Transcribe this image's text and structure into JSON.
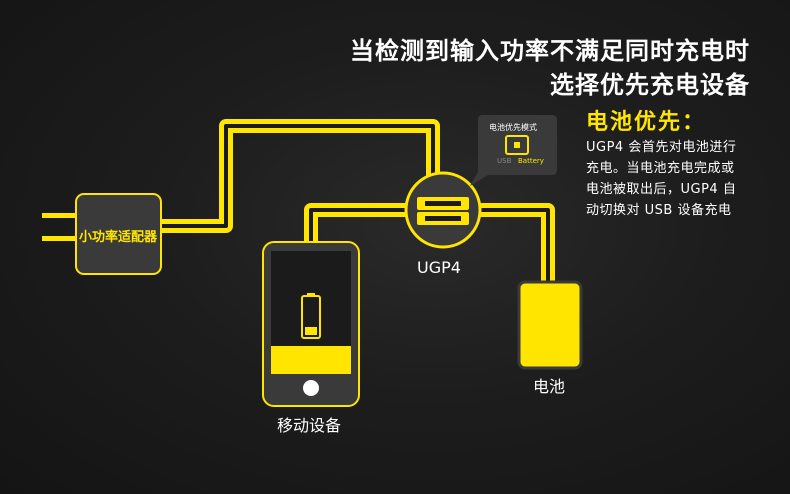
{
  "headline": {
    "line1": "当检测到输入功率不满足同时充电时",
    "line2": "选择优先充电设备"
  },
  "description": {
    "title": "电池优先：",
    "lines": [
      "UGP4 会首先对电池进行",
      "充电。当电池充电完成或",
      "电池被取出后，UGP4 自",
      "动切换对 USB 设备充电"
    ]
  },
  "nodes": {
    "adapter_label": "小功率适配器",
    "hub_label": "UGP4",
    "phone_label": "移动设备",
    "battery_label": "电池"
  },
  "mode_bubble": {
    "title": "电池优先模式",
    "usb_label": "USB",
    "battery_label": "Battery"
  },
  "colors": {
    "accent": "#ffe500",
    "background": "#1b1b1b",
    "device_body": "#3a3a3a"
  }
}
